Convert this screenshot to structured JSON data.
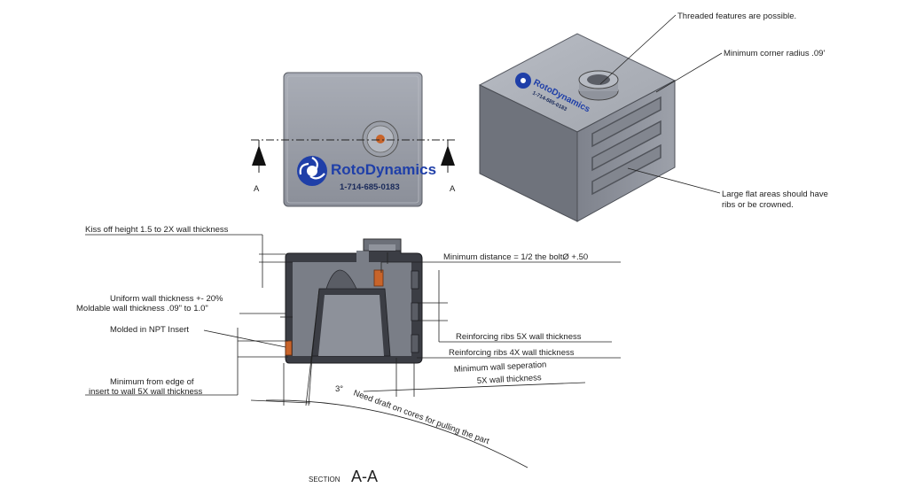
{
  "logo": {
    "brand": "RotoDynamics",
    "phone": "1-714-685-0183"
  },
  "front_view": {
    "section_mark_left": "A",
    "section_mark_right": "A"
  },
  "iso_callouts": {
    "threaded": "Threaded features are possible.",
    "corner_radius": "Minimum corner radius .09'",
    "flat_areas_1": "Large flat areas should have",
    "flat_areas_2": "ribs or be crowned."
  },
  "section_callouts": {
    "kiss_off": "Kiss off height 1.5 to 2X wall thickness",
    "min_distance": "Minimum distance = 1/2 the boltØ +.50",
    "uniform_wall": "Uniform wall thickness +- 20%",
    "moldable_wall": "Moldable wall thickness .09\" to 1.0\"",
    "npt_insert": "Molded in NPT Insert",
    "reinf_5x": "Reinforcing ribs 5X wall thickness",
    "reinf_4x": "Reinforcing ribs 4X wall thickness",
    "min_wall_sep_1": "Minimum wall seperation",
    "min_wall_sep_2": "5X wall thickness",
    "min_edge_1": "Minimum from edge of",
    "min_edge_2": "insert to wall 5X wall thickness",
    "draft_angle": "3°",
    "draft_note": "Need draft on cores for pulling the part"
  },
  "section_title": {
    "prefix": "SECTION",
    "name": "A-A"
  },
  "colors": {
    "part_body": "#8a8f99",
    "part_dark": "#3b3d44",
    "logo_blue": "#1f3fa8",
    "insert_orange": "#c8642a"
  }
}
